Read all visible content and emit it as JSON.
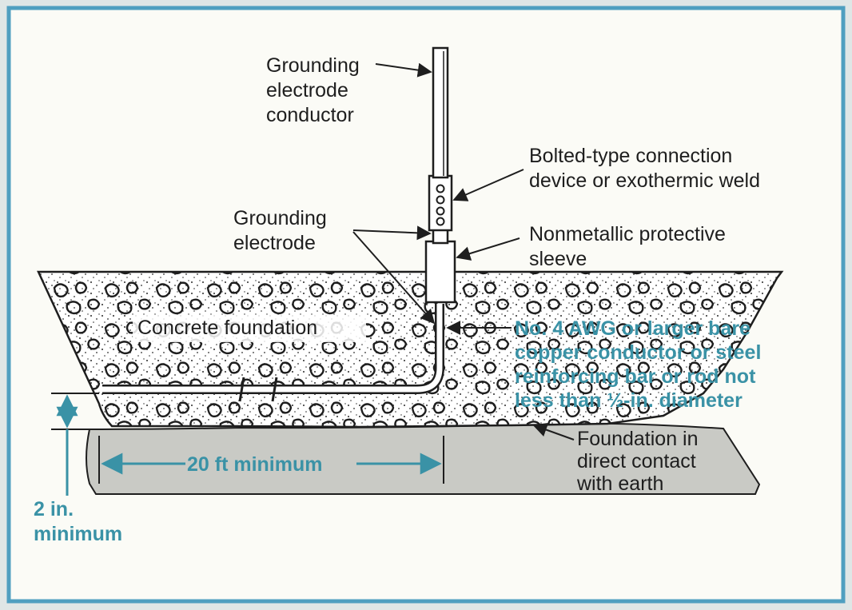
{
  "labels": {
    "gec": [
      "Grounding",
      "electrode",
      "conductor"
    ],
    "connection": [
      "Bolted-type connection",
      "device or exothermic weld"
    ],
    "electrode": [
      "Grounding",
      "electrode"
    ],
    "sleeve": [
      "Nonmetallic protective",
      "sleeve"
    ],
    "concrete": "Concrete foundation",
    "conductor_spec": [
      "No. 4 AWG or larger bare",
      "copper conductor or steel",
      "reinforcing bar or rod not",
      "less than ½-in. diameter"
    ],
    "earth": [
      "Foundation in",
      "direct contact",
      "with earth"
    ],
    "length": "20 ft minimum",
    "depth": [
      "2 in.",
      "minimum"
    ]
  },
  "colors": {
    "accent": "#3a92a6",
    "ink": "#1e1e1e",
    "border": "#4f9fc0",
    "paper": "#fbfbf6",
    "earth": "#c9cac5",
    "concrete": "#ffffff"
  }
}
